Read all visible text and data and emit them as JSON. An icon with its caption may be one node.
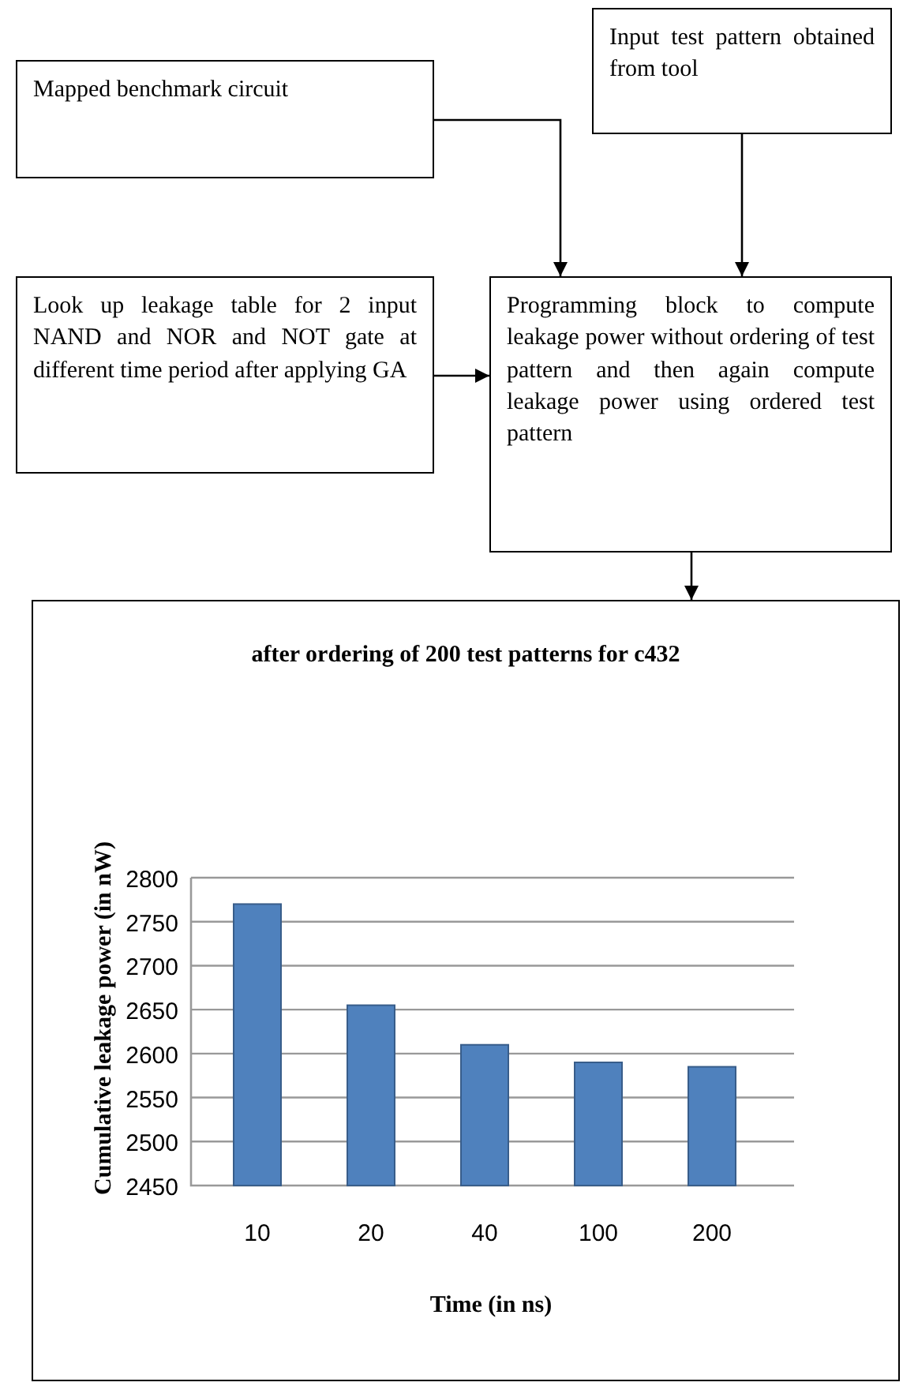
{
  "diagram": {
    "nodes": [
      {
        "text": [
          "Mapped benchmark circuit"
        ]
      },
      {
        "text": [
          "Input test pattern obtained from tool"
        ]
      },
      {
        "text": [
          "Look up leakage table for 2 input NAND and NOR and NOT gate at different time period after applying GA"
        ]
      },
      {
        "text": [
          "Programming block to compute leakage power without ordering of test pattern and then again compute leakage power using ordered test pattern"
        ]
      },
      {
        "text": [],
        "shape": "box"
      }
    ],
    "edges": [
      {
        "from": 0,
        "to": 3,
        "arrow": "to"
      },
      {
        "from": 1,
        "to": 3,
        "arrow": "to"
      },
      {
        "from": 2,
        "to": 3,
        "arrow": "to"
      },
      {
        "from": 3,
        "to": 4,
        "arrow": "to"
      }
    ],
    "chart_data": {
      "type": "bar",
      "title": "after ordering of 200 test patterns for c432",
      "xlabel": "Time (in ns)",
      "ylabel": "Cumulative leakage power (in nW)",
      "categories": [
        "10",
        "20",
        "40",
        "100",
        "200"
      ],
      "series": [
        {
          "color": "#4f81bd",
          "values": [
            2770,
            2655,
            2610,
            2590,
            2585
          ]
        }
      ],
      "ylim": [
        2450,
        2800
      ],
      "grid": true,
      "yticks": [
        2450,
        2500,
        2550,
        2600,
        2650,
        2700,
        2750,
        2800
      ]
    }
  }
}
